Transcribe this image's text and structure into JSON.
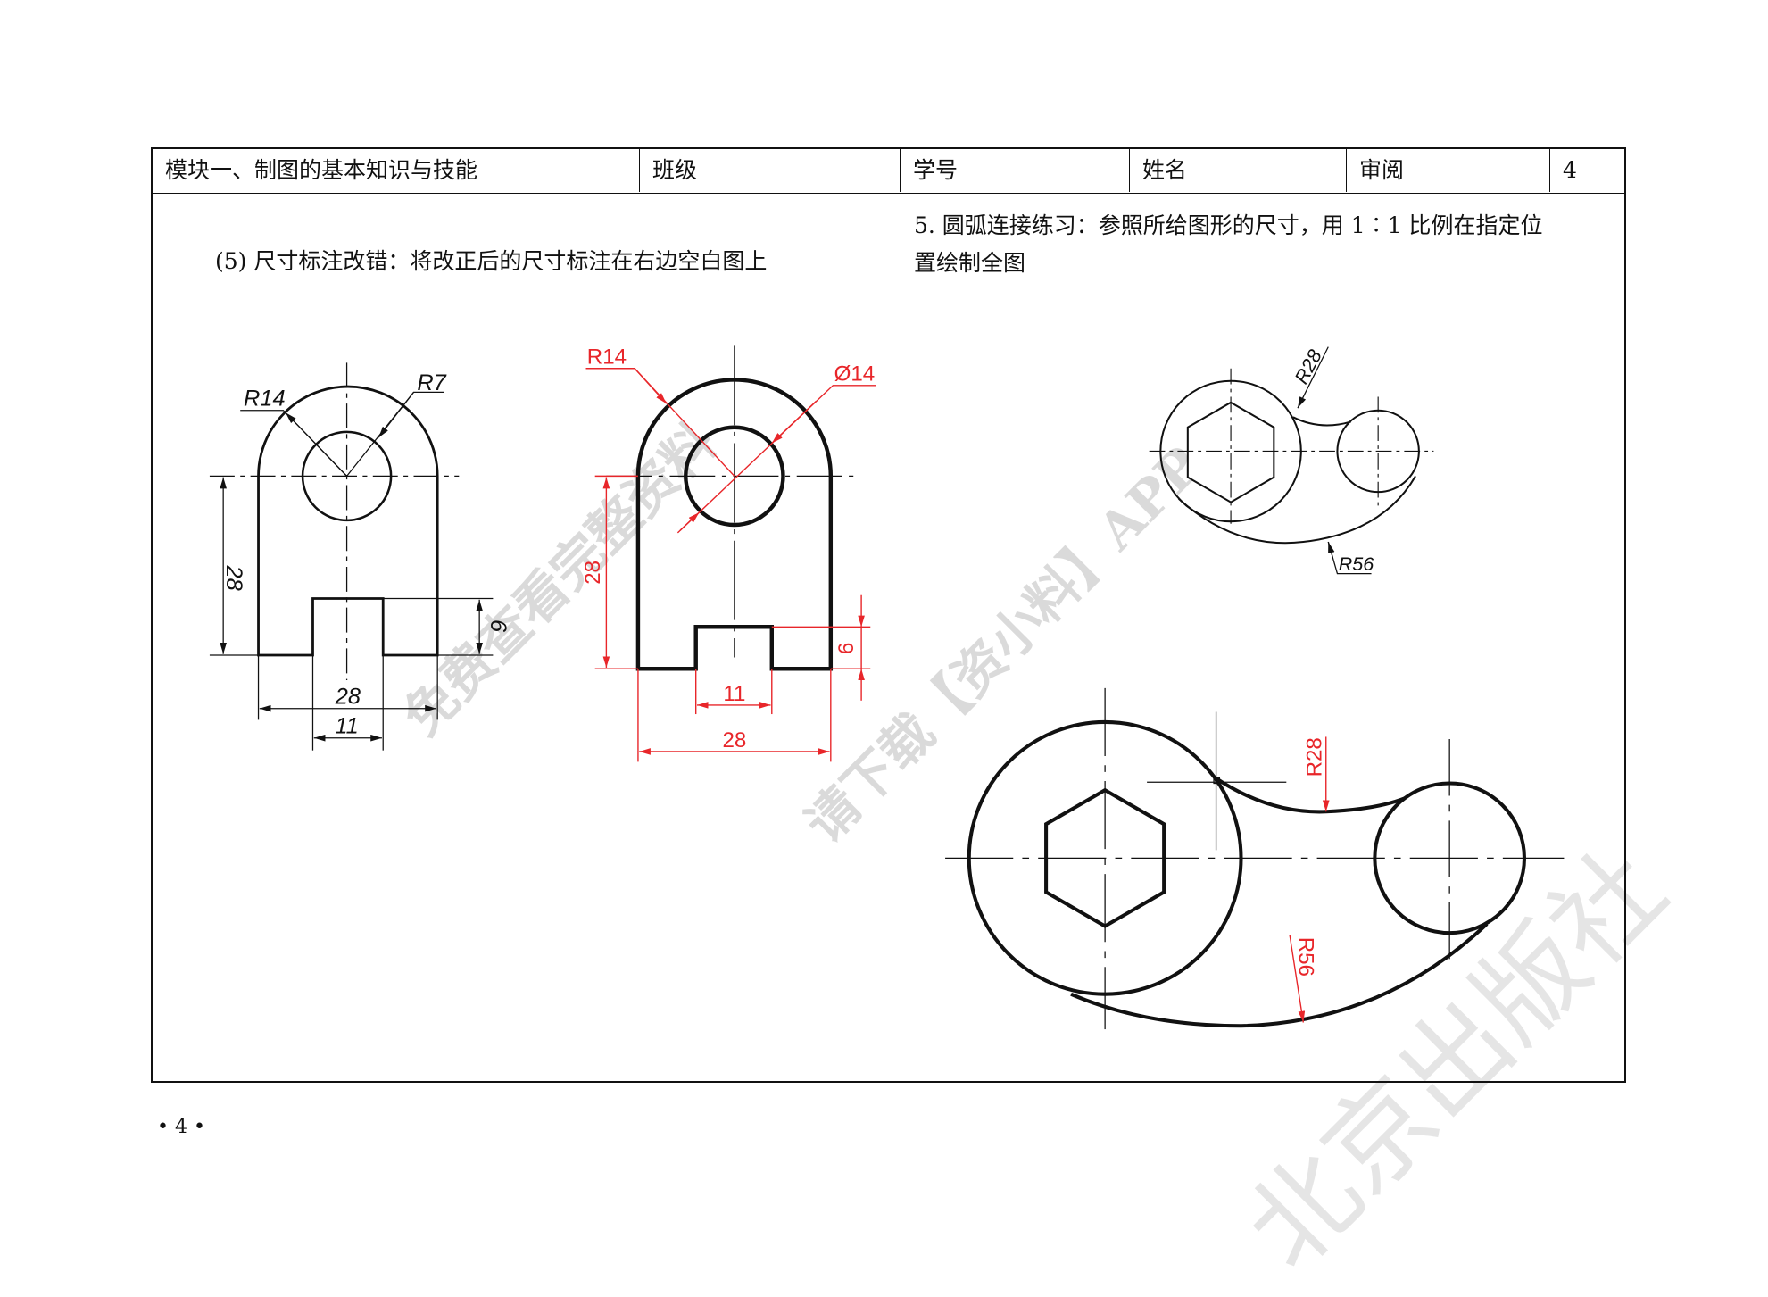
{
  "header": {
    "module": "模块一、制图的基本知识与技能",
    "class_label": "班级",
    "student_no_label": "学号",
    "name_label": "姓名",
    "review_label": "审阅",
    "page": "4"
  },
  "left": {
    "instruction": "(5)  尺寸标注改错：将改正后的尺寸标注在右边空白图上",
    "original_dims": {
      "r_outer": "R14",
      "r_hole": "R7",
      "height": "28",
      "notch_depth": "6",
      "width": "28",
      "notch_width": "11"
    },
    "corrected_dims": {
      "r_outer": "R14",
      "hole_dia": "Ø14",
      "height": "28",
      "notch_depth": "6",
      "notch_width": "11",
      "width": "28"
    }
  },
  "right": {
    "instruction_line1": "5. 圆弧连接练习：参照所给图形的尺寸，用 1∶1 比例在指定位",
    "instruction_line2": "置绘制全图",
    "reference_dims": {
      "r_top": "R28",
      "r_bottom": "R56"
    },
    "answer_dims": {
      "r_top": "R28",
      "r_bottom": "R56"
    }
  },
  "footer": {
    "page_number": "• 4 •"
  },
  "watermark": {
    "line1": "免费查看完整资料",
    "line2": "请下载【资小料】APP",
    "publisher": "北京出版社"
  },
  "colors": {
    "line": "#111111",
    "dimension_red": "#e8262a",
    "watermark": "#cccccc"
  }
}
